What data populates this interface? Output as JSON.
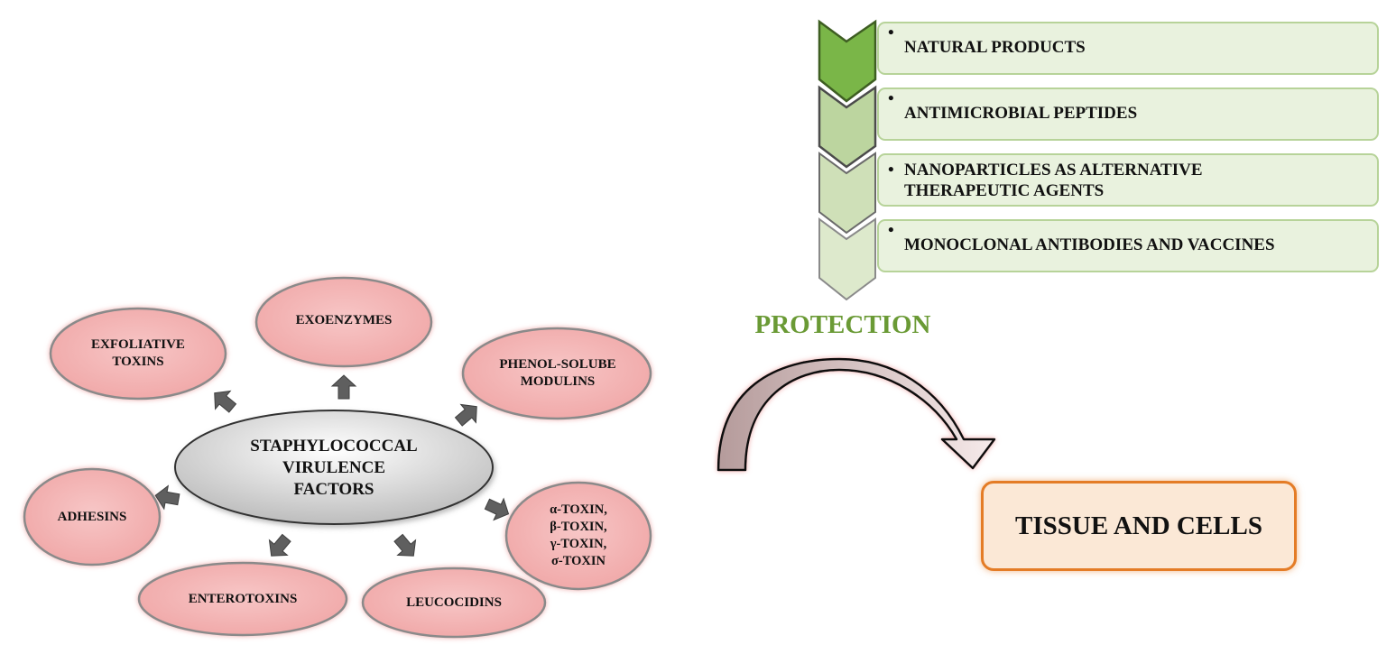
{
  "center": {
    "lines": [
      "STAPHYLOCOCCAL",
      "VIRULENCE",
      "FACTORS"
    ]
  },
  "factors": {
    "exfoliative_toxins": [
      "EXFOLIATIVE",
      "TOXINS"
    ],
    "exoenzymes": "EXOENZYMES",
    "phenol_soluble_modulins": [
      "PHENOL-SOLUBE",
      "MODULINS"
    ],
    "toxins": [
      "α-TOXIN,",
      "β-TOXIN,",
      "γ-TOXIN,",
      "σ-TOXIN"
    ],
    "leucocidins": "LEUCOCIDINS",
    "enterotoxins": "ENTEROTOXINS",
    "adhesins": "ADHESINS"
  },
  "strategies": {
    "bullet": "•",
    "items": [
      "NATURAL PRODUCTS",
      "ANTIMICROBIAL PEPTIDES",
      "NANOPARTICLES AS ALTERNATIVE THERAPEUTIC AGENTS",
      "MONOCLONAL ANTIBODIES AND VACCINES"
    ]
  },
  "protection_label": "PROTECTION",
  "target": "TISSUE AND CELLS",
  "colors": {
    "factor_fill": "#f4b6b6",
    "factor_border": "#e8a3a3",
    "center_fill": "#dcdcdc",
    "arrow_gray": "#5f5f5f",
    "chevron_dark_green": "#7ab648",
    "chevron_mid_green": "#bcd59f",
    "chevron_light_green": "#dde9cc",
    "strategy_fill": "#e9f2de",
    "protection_text": "#6a9a35",
    "curved_arrow_fill": "#c9b3b3",
    "target_fill": "#fbe8d6",
    "target_border": "#e47c26"
  },
  "icons": {
    "small_arrow": "block-arrow-icon",
    "chevron": "chevron-down-icon",
    "curved_arrow": "curved-arrow-icon"
  }
}
